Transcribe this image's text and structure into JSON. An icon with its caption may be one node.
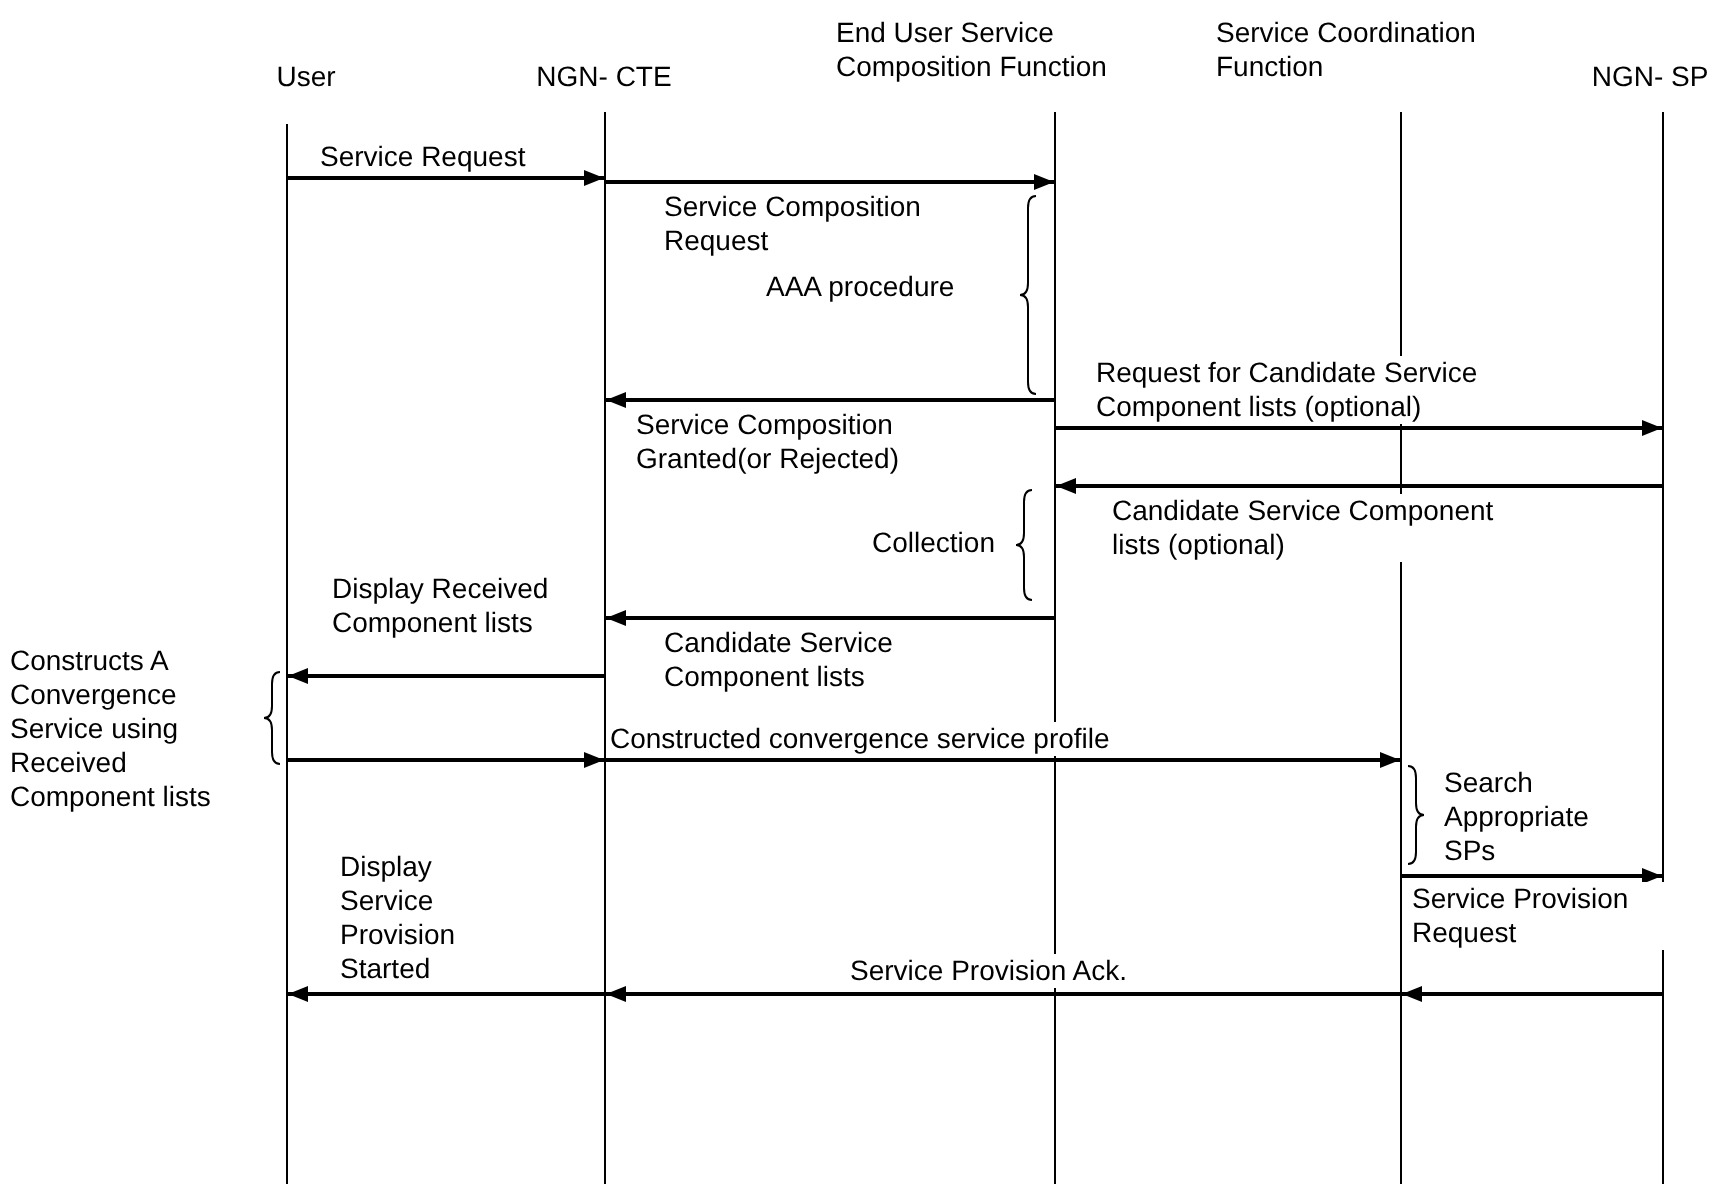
{
  "diagram": {
    "nodes": [
      {
        "text": [],
        "shape": "bar",
        "beside": [
          "User"
        ]
      },
      {
        "text": [],
        "shape": "bar",
        "beside": [
          "NGN- CTE"
        ]
      },
      {
        "text": [],
        "shape": "bar",
        "beside": [
          "End User Service Composition Function"
        ]
      },
      {
        "text": [],
        "shape": "bar",
        "beside": [
          "Service Coordination Function"
        ]
      },
      {
        "text": [],
        "shape": "bar",
        "beside": [
          "NGN- SP"
        ]
      }
    ],
    "edges": [
      {
        "from": 0,
        "to": 1,
        "label": "Service Request",
        "arrow": "to"
      },
      {
        "from": 1,
        "to": 2,
        "label": "Service Composition Request",
        "arrow": "to"
      },
      {
        "from": 2,
        "to": 1,
        "label": "Service Composition Granted(or Rejected)",
        "arrow": "to"
      },
      {
        "from": 2,
        "to": 4,
        "label": "Request for Candidate Service Component lists (optional)",
        "arrow": "to"
      },
      {
        "from": 4,
        "to": 2,
        "label": "Candidate Service Component lists (optional)",
        "arrow": "to"
      },
      {
        "from": 2,
        "to": 1,
        "label": "Candidate Service Component lists",
        "arrow": "to"
      },
      {
        "from": 1,
        "to": 0,
        "label": "Display Received Component lists",
        "arrow": "to"
      },
      {
        "from": 0,
        "to": 1,
        "arrow": "to"
      },
      {
        "from": 1,
        "to": 3,
        "label": "Constructed convergence service profile",
        "arrow": "to"
      },
      {
        "from": 3,
        "to": 4,
        "label": "Service Provision Request",
        "arrow": "to"
      },
      {
        "from": 4,
        "to": 3,
        "arrow": "to"
      },
      {
        "from": 3,
        "to": 1,
        "label": "Service Provision Ack.",
        "arrow": "to"
      },
      {
        "from": 1,
        "to": 0,
        "label": "Display Service Provision Started",
        "arrow": "to"
      }
    ],
    "labels": [
      "AAA procedure",
      "Collection",
      "Constructs A Convergence Service using Received Component lists",
      "Search Appropriate SPs"
    ]
  }
}
